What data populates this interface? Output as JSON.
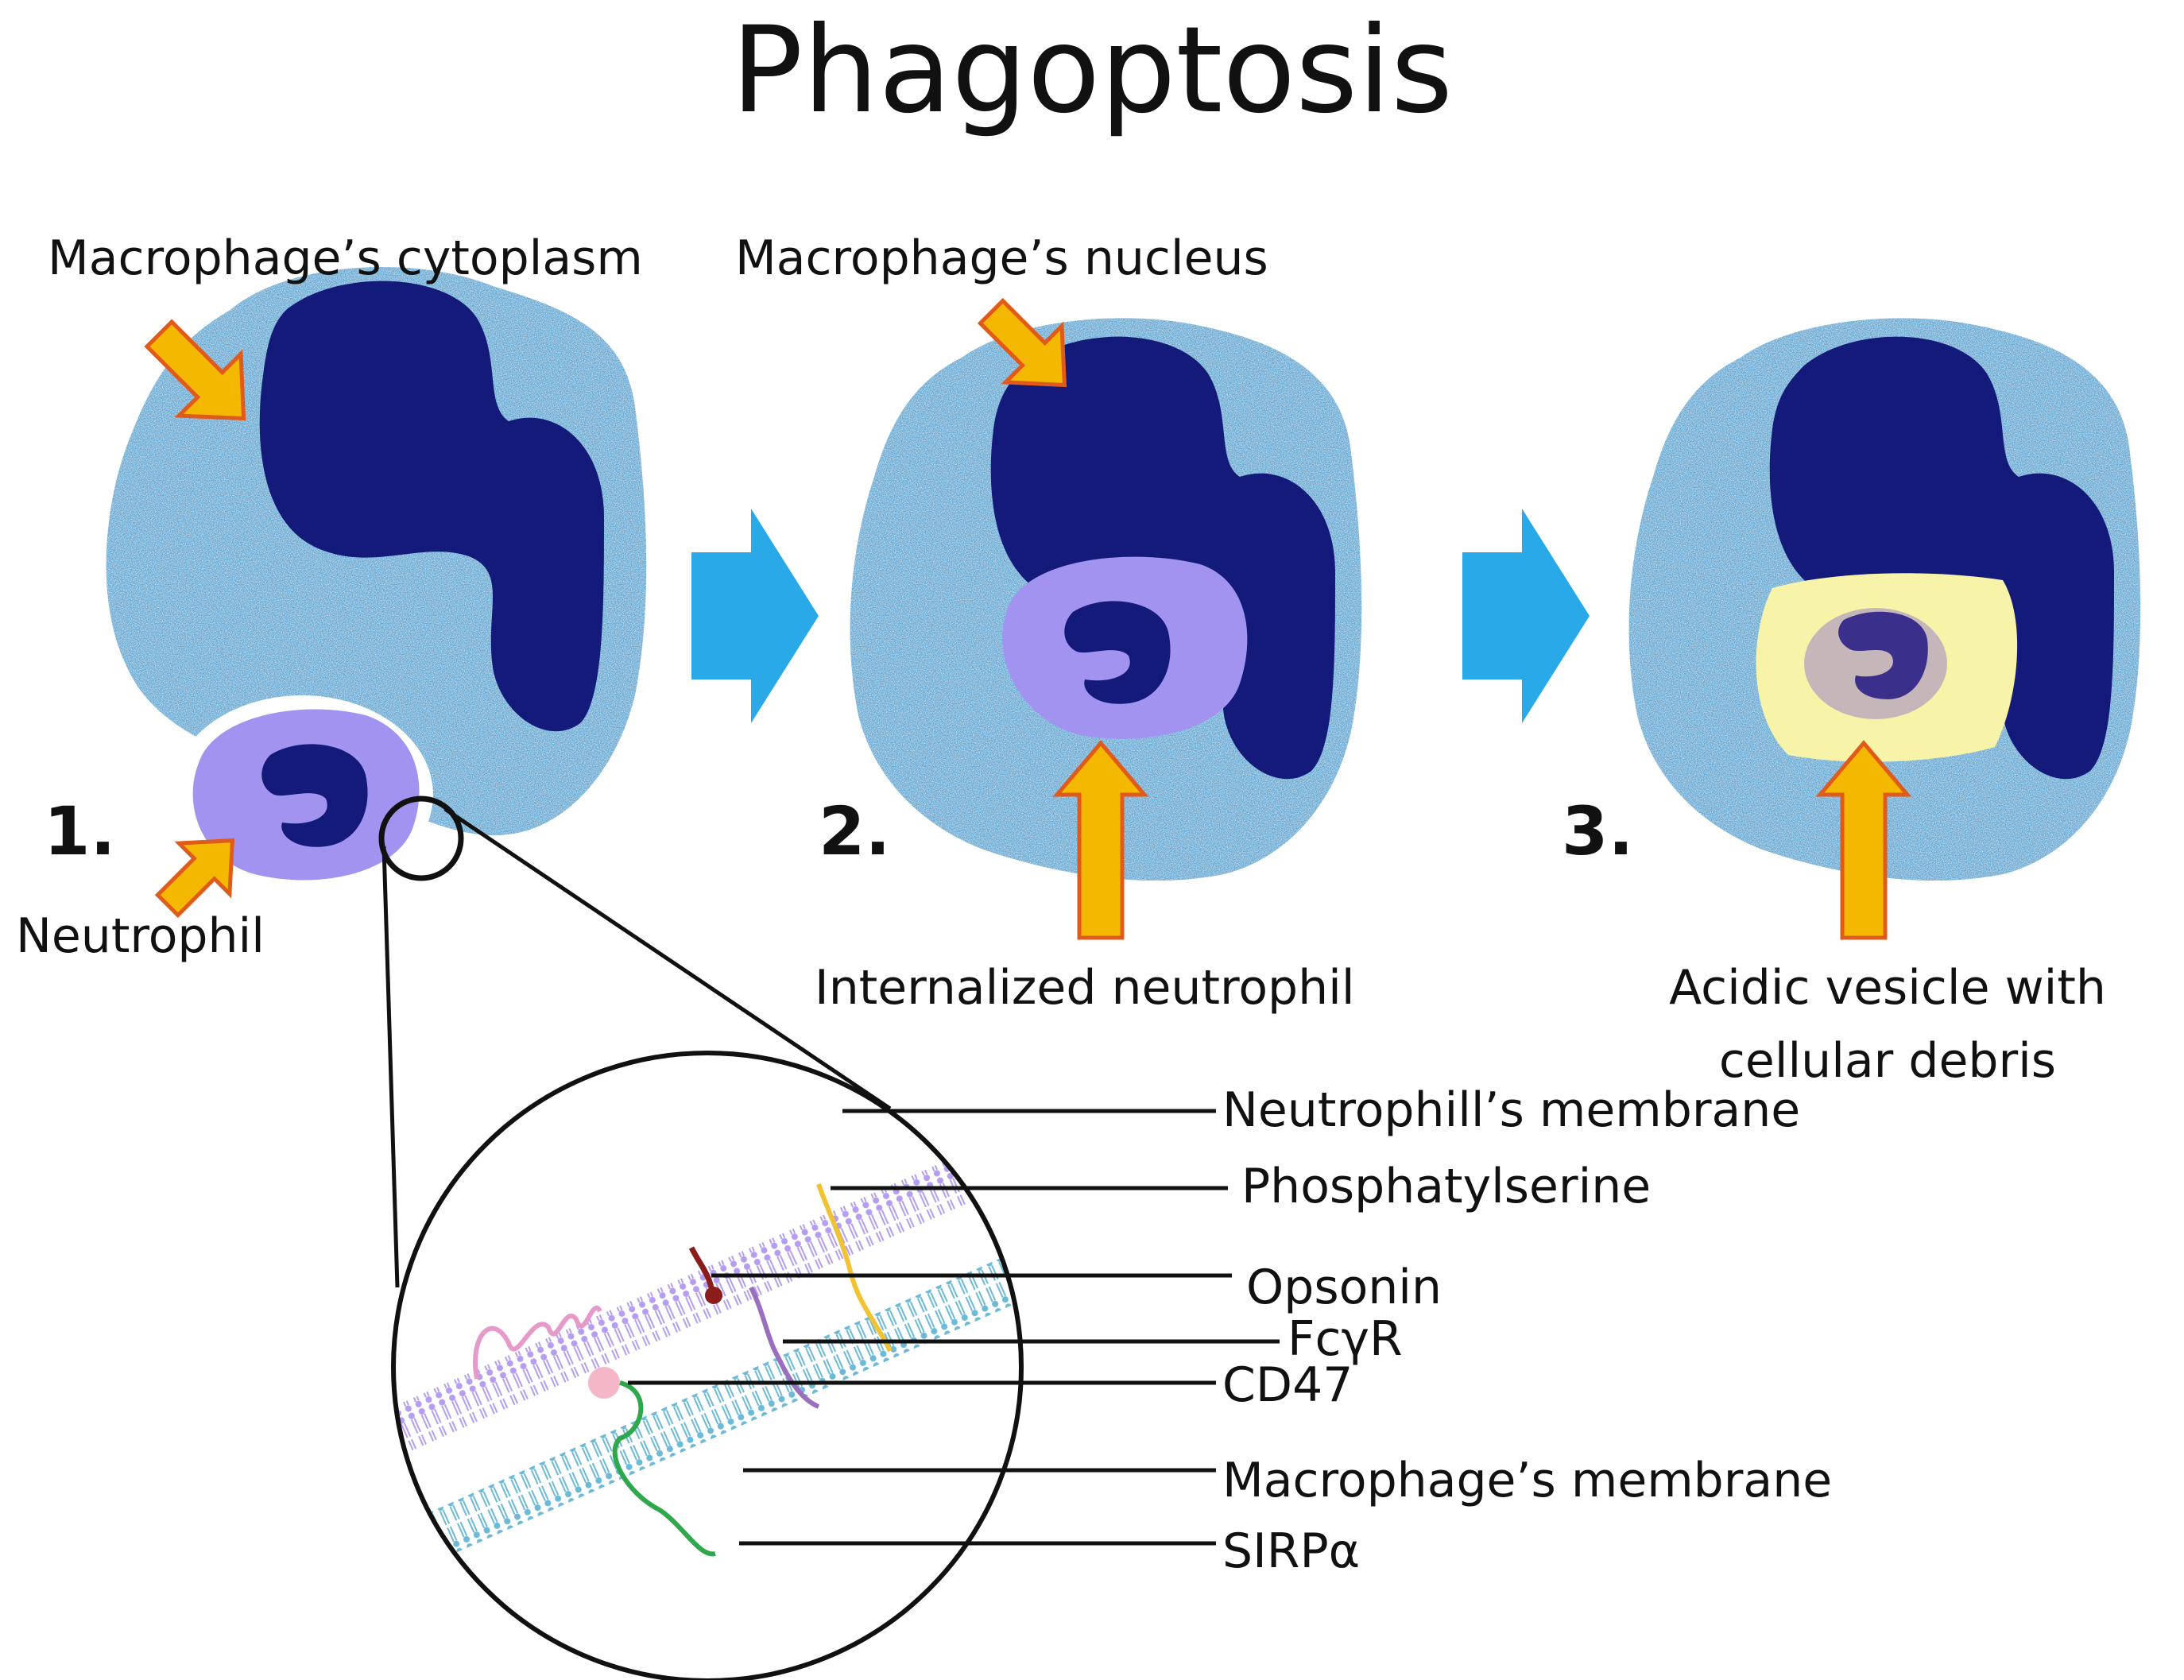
{
  "title": "Phagoptosis",
  "stages": [
    {
      "number": "1.",
      "label_top": "Macrophage’s cytoplasm",
      "label_bottom": "Neutrophil"
    },
    {
      "number": "2.",
      "label_top": "Macrophage’s nucleus",
      "label_bottom": "Internalized neutrophil"
    },
    {
      "number": "3.",
      "label_bottom_line1": "Acidic vesicle with",
      "label_bottom_line2": "cellular debris"
    }
  ],
  "zoom_labels": {
    "neutrophil_membrane": "Neutrophill’s membrane",
    "phosphatidylserine": "Phosphatylserine",
    "opsonin": "Opsonin",
    "fcgr": "FcγR",
    "cd47": "CD47",
    "macrophage_membrane": "Macrophage’s membrane",
    "sirpa": "SIRPα"
  },
  "colors": {
    "cytoplasm": "#5fa8d3",
    "nucleus": "#141a7a",
    "neutrophil": "#a393f0",
    "vesicle": "#f7f3a8",
    "pointer_arrow": "#f5b800",
    "pointer_outline": "#e05a1a",
    "step_arrow": "#29a9e8",
    "neutrophil_membrane": "#b59ef2",
    "macrophage_membrane": "#6cbad8"
  }
}
